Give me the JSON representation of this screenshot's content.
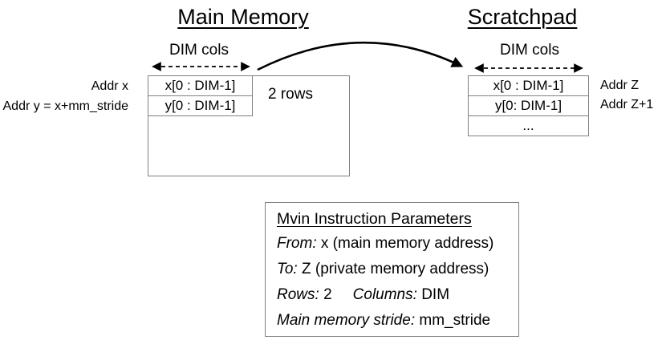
{
  "colors": {
    "ink": "#000000",
    "box_border": "#808080",
    "background": "#ffffff"
  },
  "main_memory": {
    "title": "Main Memory",
    "cols_label": "DIM cols",
    "rows": [
      "x[0 : DIM-1]",
      "y[0 : DIM-1]"
    ],
    "rows_count_label": "2 rows",
    "addr_x_label": "Addr x",
    "addr_y_label": "Addr y = x+mm_stride"
  },
  "scratchpad": {
    "title": "Scratchpad",
    "cols_label": "DIM cols",
    "rows": [
      "x[0 : DIM-1]",
      "y[0: DIM-1]",
      "..."
    ],
    "addr_z_label": "Addr Z",
    "addr_z1_label": "Addr Z+1"
  },
  "params": {
    "title": "Mvin Instruction Parameters",
    "from_label": "From:",
    "from_value": "x (main memory address)",
    "to_label": "To:",
    "to_value": "Z (private memory address)",
    "rows_label": "Rows:",
    "rows_value": "2",
    "columns_label": "Columns:",
    "columns_value": "DIM",
    "stride_label": "Main memory stride:",
    "stride_value": "mm_stride"
  }
}
